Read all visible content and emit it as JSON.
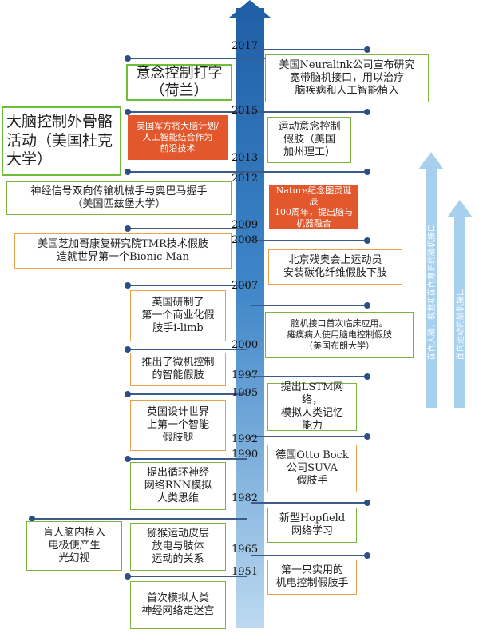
{
  "years": [
    "2017",
    "2015",
    "2013",
    "2012",
    "2009",
    "2008",
    "2007",
    "2000",
    "1997",
    "1995",
    "1992",
    "1990",
    "1982",
    "1965",
    "1951"
  ],
  "events": {
    "e2017_right": "美国Neuralink公司宣布研究\n宽带脑机接口，用以治疗\n脑疾病和人工智能植入",
    "e_dutch": "意念控制打字\n（荷兰）",
    "e_skeleton": "大脑控制外骨骼\n活动（美国杜克\n大学）",
    "e_military": "美国军方将大脑计划/\n人工智能结合作为\n前沿技术",
    "e_caltech": "运动意念控制\n假肢（美国\n加州理工）",
    "e_obama": "神经信号双向传输机械手与奥巴马握手\n（美国匹兹堡大学）",
    "e_nature": "Nature纪念图灵诞辰\n100周年，提出脑与\n机器融合",
    "e_tmr": "美国芝加哥康复研究院TMR技术假肢\n造就世界第一个Bionic Man",
    "e_paralympic": "北京残奥会上运动员\n安装碳化纤维假肢下肢",
    "e_ilimb": "英国研制了\n第一个商业化假\n肢手i-limb",
    "e_brown": "脑机接口首次临床应用。\n瘫痪病人使用脑电控制假肢\n（美国布朗大学）",
    "e_micro": "推出了微机控制\n的智能假肢",
    "e_lstm": "提出LSTM网络，\n模拟人类记忆\n能力",
    "e_leg": "英国设计世界\n上第一个智能\n假肢腿",
    "e_ottobock": "德国Otto Bock\n公司SUVA\n假肢手",
    "e_rnn": "提出循环神经\n网络RNN模拟\n人类思维",
    "e_hopfield": "新型Hopfield\n网络学习",
    "e_blind": "盲人脑内植入\n电极使产生\n光幻视",
    "e_monkey": "猕猴运动皮层\n放电与肢体\n运动的关系",
    "e_myo": "第一只实用的\n机电控制假肢手",
    "e_maze": "首次模拟人类\n神经网络走迷宫"
  },
  "side_arrows": {
    "left_text": "面向大脑、视觉和面向意识的脑机接口",
    "right_text": "面向运动的脑机接口"
  },
  "colors": {
    "spine": "#1f5fa6",
    "green_border": "#7cb342",
    "orange_border": "#e8a04a",
    "red_box": "#e2572b",
    "arrow": "#a7cfee"
  }
}
